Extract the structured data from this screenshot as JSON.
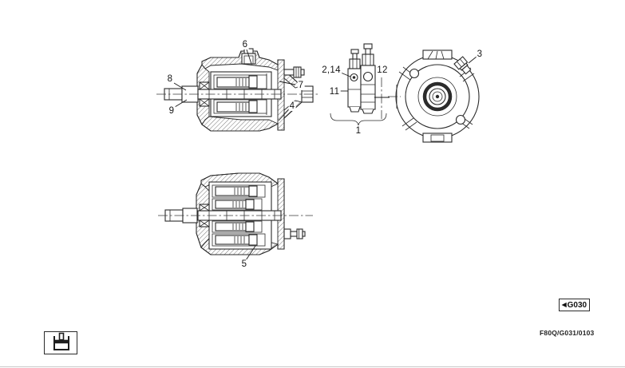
{
  "page": {
    "background": "#ffffff",
    "line_color": "#2b2b2b",
    "description_icon": "piston-cylinder-icon"
  },
  "figure": {
    "top_section": {
      "view": "pump-longitudinal-section-rear",
      "callouts": [
        {
          "label": "6"
        },
        {
          "label": "7"
        },
        {
          "label": "8"
        },
        {
          "label": "9"
        },
        {
          "label": "4"
        }
      ]
    },
    "valve_assembly": {
      "view": "relief-valve-assembly",
      "callouts": [
        {
          "label": "2,14"
        },
        {
          "label": "11"
        },
        {
          "label": "12"
        },
        {
          "label": "1"
        }
      ]
    },
    "end_view": {
      "view": "pump-end-view",
      "callouts": [
        {
          "label": "3"
        }
      ]
    },
    "bottom_section": {
      "view": "pump-longitudinal-section-front",
      "callouts": [
        {
          "label": "5"
        }
      ]
    }
  },
  "nav": {
    "arrow": "◀",
    "ref_label": "G030"
  },
  "footer": {
    "doc_code": "F80Q/G031/0103"
  }
}
